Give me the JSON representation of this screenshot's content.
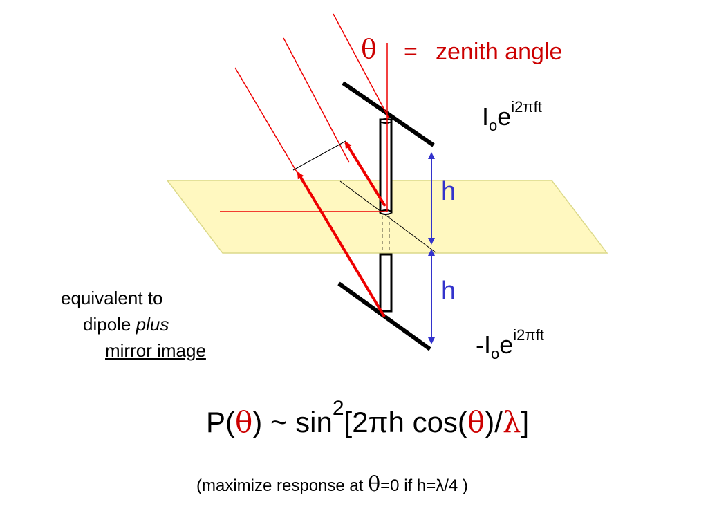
{
  "legend": {
    "symbol": "θ",
    "equals": "=",
    "text": "zenith angle"
  },
  "top_current": {
    "base": "I",
    "sub": "o",
    "e": "e",
    "exp": "i2πft"
  },
  "bottom_current": {
    "base": "-I",
    "sub": "o",
    "e": "e",
    "exp": "i2πft"
  },
  "height_labels": {
    "upper": "h",
    "lower": "h"
  },
  "equivalence_note": {
    "line1": "equivalent to",
    "line2_a": "dipole ",
    "line2_b": "plus",
    "line3": "mirror image"
  },
  "formula": {
    "p": "P(",
    "theta1": "θ",
    "mid1": ") ~ sin",
    "sup": "2",
    "bracket": "[2πh cos(",
    "theta2": "θ",
    "mid2": ")/",
    "lambda": "λ",
    "end": "]"
  },
  "note": {
    "prefix": "(maximize response at ",
    "theta": "θ",
    "suffix": "=0  if  h=λ/4 )"
  },
  "colors": {
    "ray": "#ee0000",
    "plane_fill": "#fff8c0",
    "plane_stroke": "#dcd98a",
    "antenna": "#000000",
    "dimension": "#3333cc"
  }
}
